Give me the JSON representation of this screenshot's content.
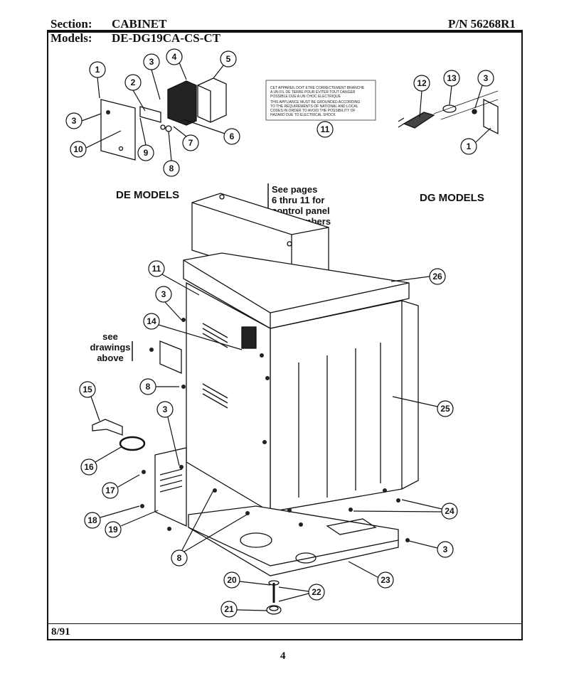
{
  "header": {
    "section_label": "Section:",
    "section_value": "CABINET",
    "models_label": "Models:",
    "models_value": "DE-DG19CA-CS-CT",
    "part_number": "P/N 56268R1"
  },
  "labels": {
    "de_models": "DE MODELS",
    "dg_models": "DG MODELS",
    "control_note": [
      "See pages",
      "6 thru 11 for",
      "control panel",
      "part numbers"
    ],
    "see_drawings": [
      "see",
      "drawings",
      "above"
    ],
    "warning_decal": [
      "CET APPAREIL DOIT ETRE CORRECTEMENT BRANCHE",
      "A UN FIL DE TERRE POUR EVITER TOUT DANGER",
      "POSSIBLE DUE A UN CHOC ELECTRIQUE",
      "THIS APPLIANCE MUST BE GROUNDED ACCORDING",
      "TO THE REQUIREMENTS OF NATIONAL AND LOCAL",
      "CODES IN ORDER TO AVOID THE POSSIBILITY OF",
      "HAZARD DUE TO ELECTRICAL SHOCK"
    ]
  },
  "callouts": {
    "c1a": "1",
    "c2": "2",
    "c3a": "3",
    "c4": "4",
    "c5": "5",
    "c3b": "3",
    "c10": "10",
    "c9": "9",
    "c7": "7",
    "c6": "6",
    "c8a": "8",
    "c11a": "11",
    "c12": "12",
    "c13": "13",
    "c3c": "3",
    "c1b": "1",
    "c11b": "11",
    "c3d": "3",
    "c14": "14",
    "c26": "26",
    "c8b": "8",
    "c15": "15",
    "c3e": "3",
    "c25": "25",
    "c16": "16",
    "c17": "17",
    "c18": "18",
    "c19": "19",
    "c24": "24",
    "c3f": "3",
    "c8c": "8",
    "c23": "23",
    "c20": "20",
    "c22": "22",
    "c21": "21"
  },
  "footer": {
    "date": "8/91",
    "page": "4"
  }
}
